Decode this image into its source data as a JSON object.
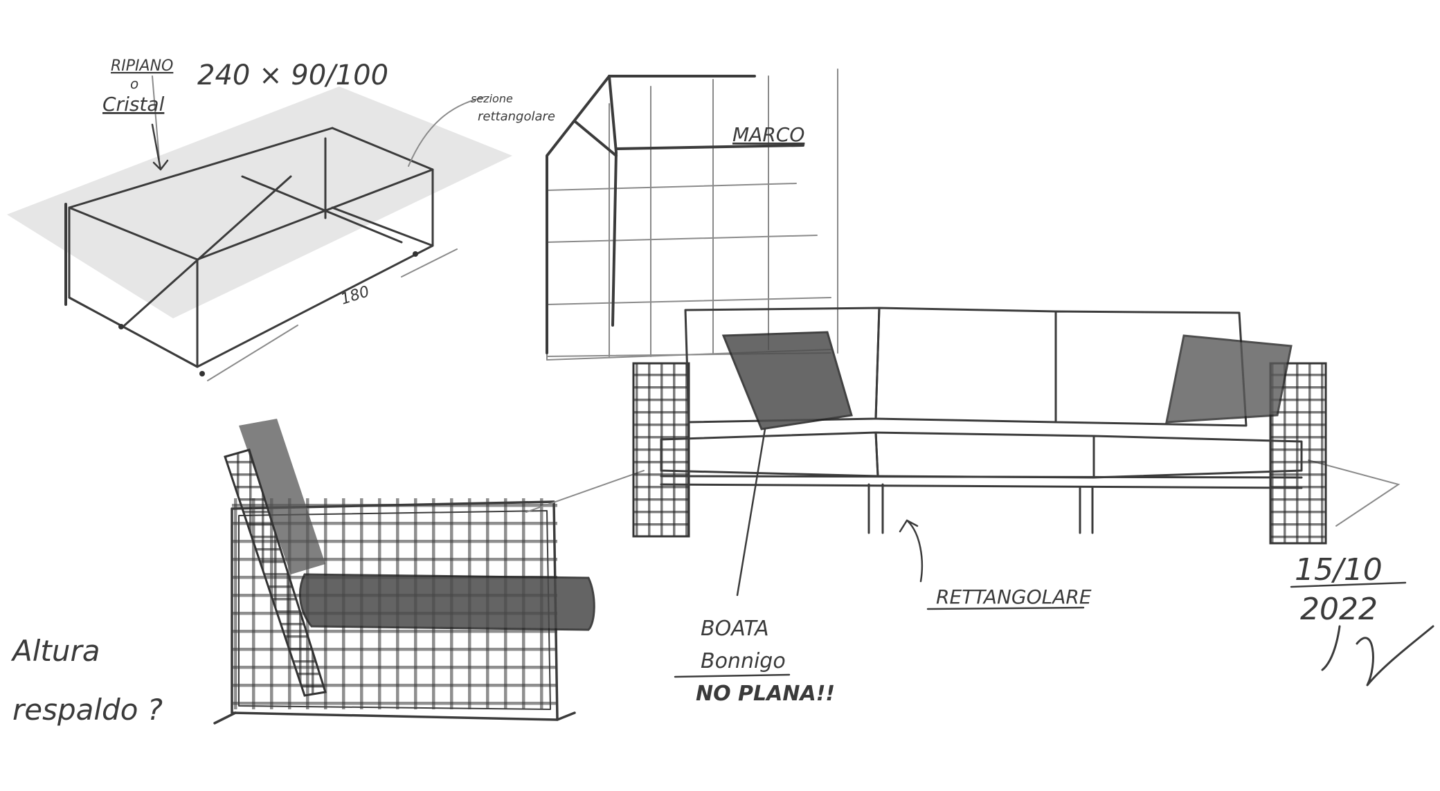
{
  "notes": {
    "ripiano": "RIPIANO",
    "ripiano_o": "o",
    "cristal": "Cristal",
    "dimensions": "240 × 90/100",
    "sezione_line1": "sezione",
    "sezione_line2": "rettangolare",
    "depth": "180",
    "marco": "MARCO",
    "altura_line1": "Altura",
    "altura_line2": "respaldo ?",
    "boata": "BOATA",
    "bonnigo": "Bonnigo",
    "no_plana": "NO PLANA!!",
    "rettangolare": "RETTANGOLARE",
    "date_line1": "15/10",
    "date_line2": "2022"
  },
  "colors": {
    "ink": "#3b3b3b",
    "glass": "#e6e6e6",
    "shade": "#555555"
  }
}
